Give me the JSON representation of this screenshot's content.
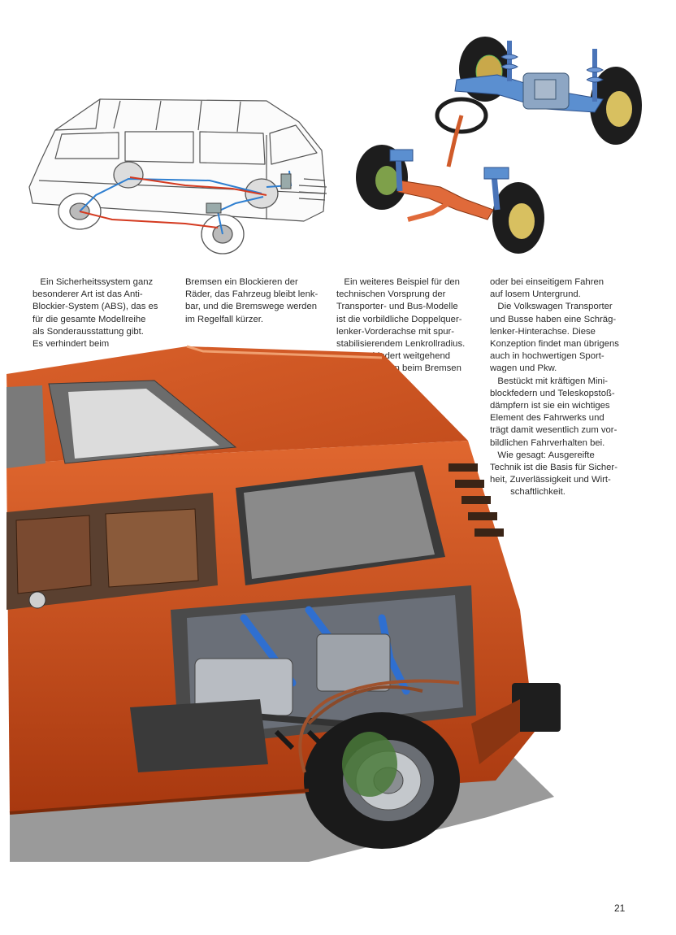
{
  "page": {
    "background": "#ffffff",
    "accent_colors": {
      "body_paint": "#c2481a",
      "brake_lines_blue": "#2f7fd0",
      "brake_lines_red": "#d43a20",
      "chassis_blue": "#5b8fd0",
      "shadow_gray": "#9a9a9a"
    },
    "page_number": "21"
  },
  "columns": [
    {
      "lines": [
        "   Ein Sicherheitssystem ganz",
        "besonderer Art ist das Anti-",
        "Blockier-System (ABS), das es",
        "für die gesamte Modellreihe",
        "als Sonderausstattung gibt.",
        "Es verhindert beim"
      ]
    },
    {
      "lines": [
        "Bremsen ein Blockieren der",
        "Räder, das Fahrzeug bleibt lenk-",
        "bar, und die Bremswege werden",
        "im Regelfall kürzer."
      ]
    },
    {
      "lines": [
        "   Ein weiteres Beispiel für den",
        "technischen Vorsprung der",
        "Transporter- und Bus-Modelle",
        "ist die vorbildliche Doppelquer-",
        "lenker-Vorderachse mit spur-",
        "stabilisierendem Lenkrollradius.",
        "   Sie verhindert weitgehend",
        "ein Ausbrechen beim Bremsen"
      ]
    },
    {
      "lines": [
        "oder bei einseitigem Fahren",
        "auf losem Untergrund.",
        "   Die Volkswagen Transporter",
        "und Busse haben eine Schräg-",
        "lenker-Hinterachse. Diese",
        "Konzeption findet man übrigens",
        "auch in hochwertigen Sport-",
        "wagen und Pkw.",
        "   Bestückt mit kräftigen Mini-",
        "blockfedern und Teleskopstoß-",
        "dämpfern ist sie ein wichtiges",
        "Element des Fahrwerks und",
        "trägt damit wesentlich zum vor-",
        "bildlichen Fahrverhalten bei.",
        "   Wie gesagt: Ausgereifte",
        "Technik ist die Basis für Sicher-",
        "heit, Zuverlässigkeit und Wirt-",
        "        schaftlichkeit."
      ]
    }
  ],
  "illustrations": {
    "abs_diagram": {
      "icon": "van-abs-brake-line-diagram"
    },
    "axle_illustration": {
      "icon": "front-and-rear-axle-suspension-assembly"
    },
    "cutaway": {
      "icon": "van-cutaway-engine-and-rear-wheel"
    }
  }
}
